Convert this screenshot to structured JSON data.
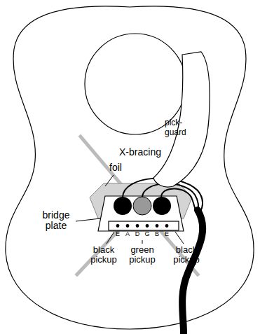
{
  "diagram": {
    "nodes": [
      {
        "text": [
          "pick- guard"
        ]
      }
    ],
    "labels": [
      "X-bracing",
      "foil",
      "bridge plate",
      "E",
      "A",
      "D",
      "G",
      "B",
      "E",
      "black pickup",
      "green pickup",
      "black pickup"
    ]
  }
}
